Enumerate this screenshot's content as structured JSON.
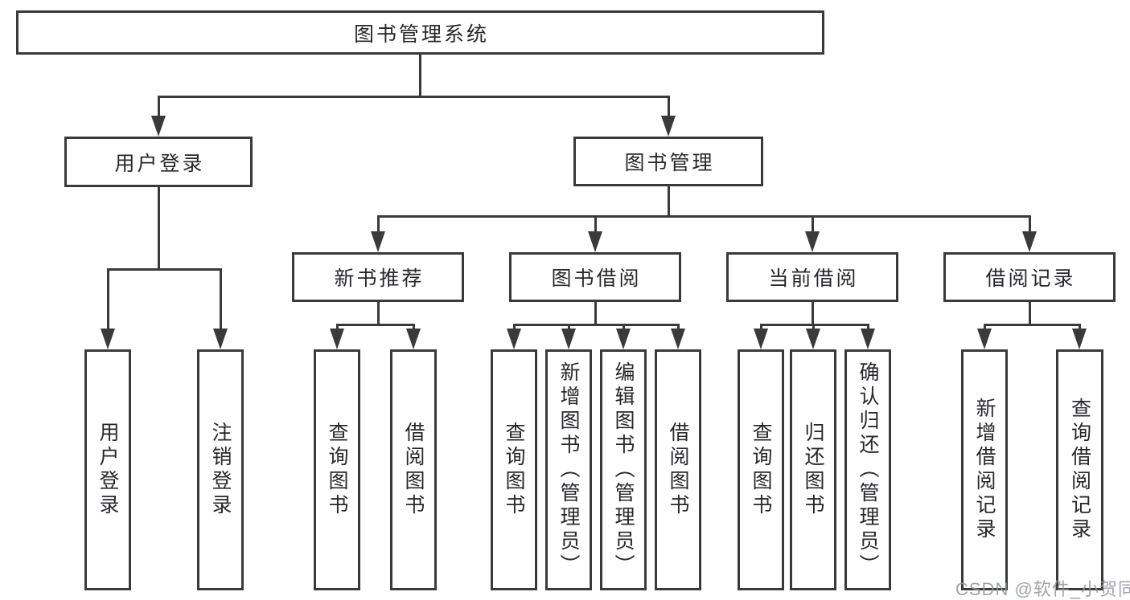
{
  "colors": {
    "line": "#3a3a3c",
    "text": "#28282c",
    "watermark": "#9498a0",
    "background": "#ffffff"
  },
  "watermark": "CSDN @软件_小贺同学",
  "diagram": {
    "type": "hierarchy-tree",
    "root": {
      "label": "图书管理系统"
    },
    "branches": [
      {
        "label": "用户登录",
        "children": [
          {
            "label": "用户登录"
          },
          {
            "label": "注销登录"
          }
        ]
      },
      {
        "label": "图书管理",
        "children": [
          {
            "label": "新书推荐",
            "children": [
              {
                "label": "查询图书"
              },
              {
                "label": "借阅图书"
              }
            ]
          },
          {
            "label": "图书借阅",
            "children": [
              {
                "label": "查询图书"
              },
              {
                "label": "新增图书（管理员）"
              },
              {
                "label": "编辑图书（管理员）"
              },
              {
                "label": "借阅图书"
              }
            ]
          },
          {
            "label": "当前借阅",
            "children": [
              {
                "label": "查询图书"
              },
              {
                "label": "归还图书"
              },
              {
                "label": "确认归还（管理员）"
              }
            ]
          },
          {
            "label": "借阅记录",
            "children": [
              {
                "label": "新增借阅记录"
              },
              {
                "label": "查询借阅记录"
              }
            ]
          }
        ]
      }
    ]
  }
}
